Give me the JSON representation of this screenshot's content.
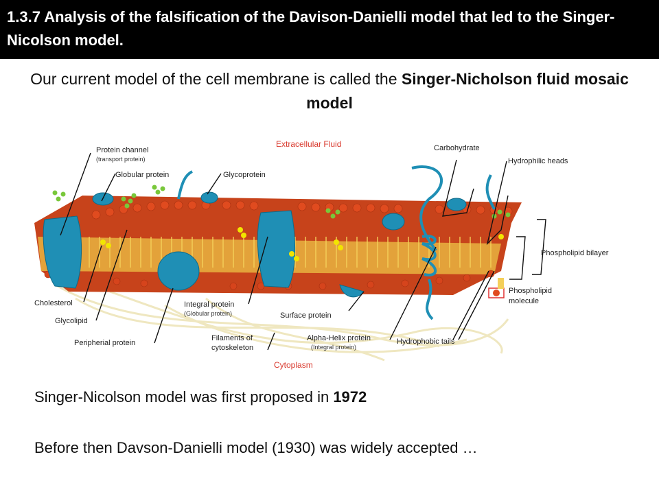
{
  "header": {
    "title": "1.3.7 Analysis of the falsification of the Davison-Danielli model that led to the Singer-Nicolson model.",
    "bg_color": "#000000",
    "text_color": "#ffffff"
  },
  "intro": {
    "text_plain": "Our current model of the cell membrane is called the ",
    "text_bold": "Singer-Nicholson fluid mosaic model"
  },
  "diagram": {
    "labels": {
      "extracellular": "Extracellular Fluid",
      "protein_channel": "Protein channel",
      "protein_channel_sub": "(transport protein)",
      "globular_protein": "Globular protein",
      "glycoprotein": "Glycoprotein",
      "carbohydrate": "Carbohydrate",
      "hydrophilic_heads": "Hydrophilic heads",
      "phospholipid_bilayer": "Phospholipid bilayer",
      "phospholipid_molecule_1": "Phospholipid",
      "phospholipid_molecule_2": "molecule",
      "cholesterol": "Cholesterol",
      "glycolipid": "Glycolipid",
      "peripheral_protein": "Peripherial protein",
      "integral_protein": "Integral protein",
      "integral_protein_sub": "(Globular protein)",
      "surface_protein": "Surface protein",
      "alpha_helix": "Alpha-Helix protein",
      "alpha_helix_sub": "(Integral protein)",
      "hydrophobic_tails": "Hydrophobic tails",
      "filaments_1": "Filaments of",
      "filaments_2": "cytoskeleton",
      "cytoplasm": "Cytoplasm"
    },
    "colors": {
      "heads": "#d8431e",
      "tails": "#e7b73a",
      "protein": "#1f8fb5",
      "glyco": "#79c83a",
      "cholesterol": "#f2e500",
      "label_red": "#d93a2e"
    }
  },
  "footer": {
    "line1_plain": "Singer-Nicolson model was first proposed in ",
    "line1_bold": "1972",
    "line2": "Before then Davson-Danielli model (1930) was widely accepted …"
  }
}
